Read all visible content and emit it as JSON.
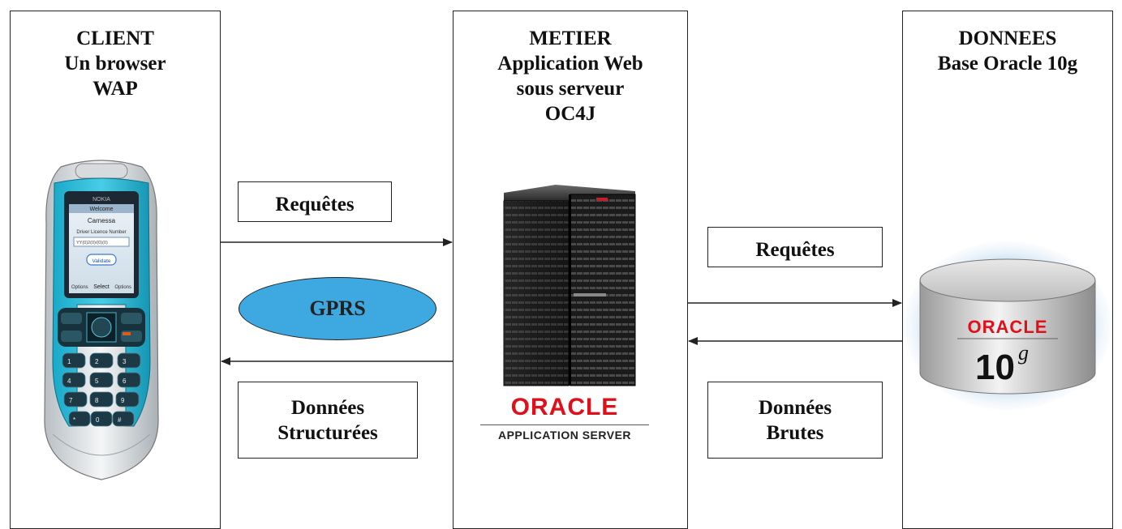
{
  "client": {
    "title_lines": [
      "CLIENT",
      "Un browser",
      "WAP"
    ],
    "phone": {
      "brand": "NOKIA",
      "screen_header": "Welcome",
      "screen_line1": "Carnessa",
      "screen_line2": "Driver Licence Number",
      "screen_input": "YY(0)2(0)/(0)(0)",
      "screen_button": "Validate",
      "softkey_left": "Options",
      "softkey_center": "Select",
      "softkey_right": "Options"
    }
  },
  "metier": {
    "title_lines": [
      "METIER",
      "Application Web",
      "sous serveur",
      "OC4J"
    ],
    "logo_word": "ORACLE",
    "logo_sub": "APPLICATION SERVER"
  },
  "donnees": {
    "title_lines": [
      "DONNEES",
      "Base Oracle 10g"
    ],
    "db_logo_word": "ORACLE",
    "db_version": "10",
    "db_version_sup": "g"
  },
  "links": {
    "client_metier_request": "Requêtes",
    "client_metier_response_lines": [
      "Données",
      "Structurées"
    ],
    "network": "GPRS",
    "metier_donnees_request": "Requêtes",
    "metier_donnees_response_lines": [
      "Données",
      "Brutes"
    ]
  }
}
